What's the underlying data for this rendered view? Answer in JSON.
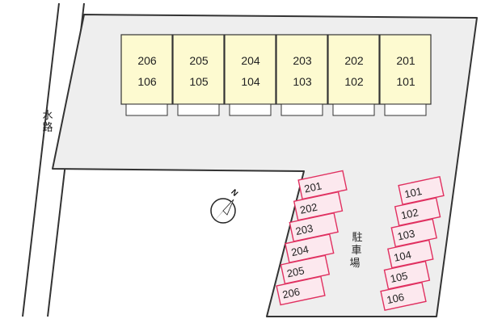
{
  "water_channel": {
    "label_chars": [
      "水",
      "路"
    ]
  },
  "building": {
    "upper_floor": [
      "206",
      "205",
      "204",
      "203",
      "202",
      "201"
    ],
    "lower_floor": [
      "106",
      "105",
      "104",
      "103",
      "102",
      "101"
    ]
  },
  "parking": {
    "label_chars": [
      "駐",
      "車",
      "場"
    ],
    "left_row": [
      "201",
      "202",
      "203",
      "204",
      "205",
      "206"
    ],
    "right_row": [
      "101",
      "102",
      "103",
      "104",
      "105",
      "106"
    ]
  },
  "compass": {
    "north_label": "N"
  },
  "colors": {
    "site_fill": "#eeeeee",
    "outline": "#333333",
    "unit_fill": "#fdfad0",
    "parking_fill": "#fce8ee",
    "parking_stroke": "#e03060"
  }
}
